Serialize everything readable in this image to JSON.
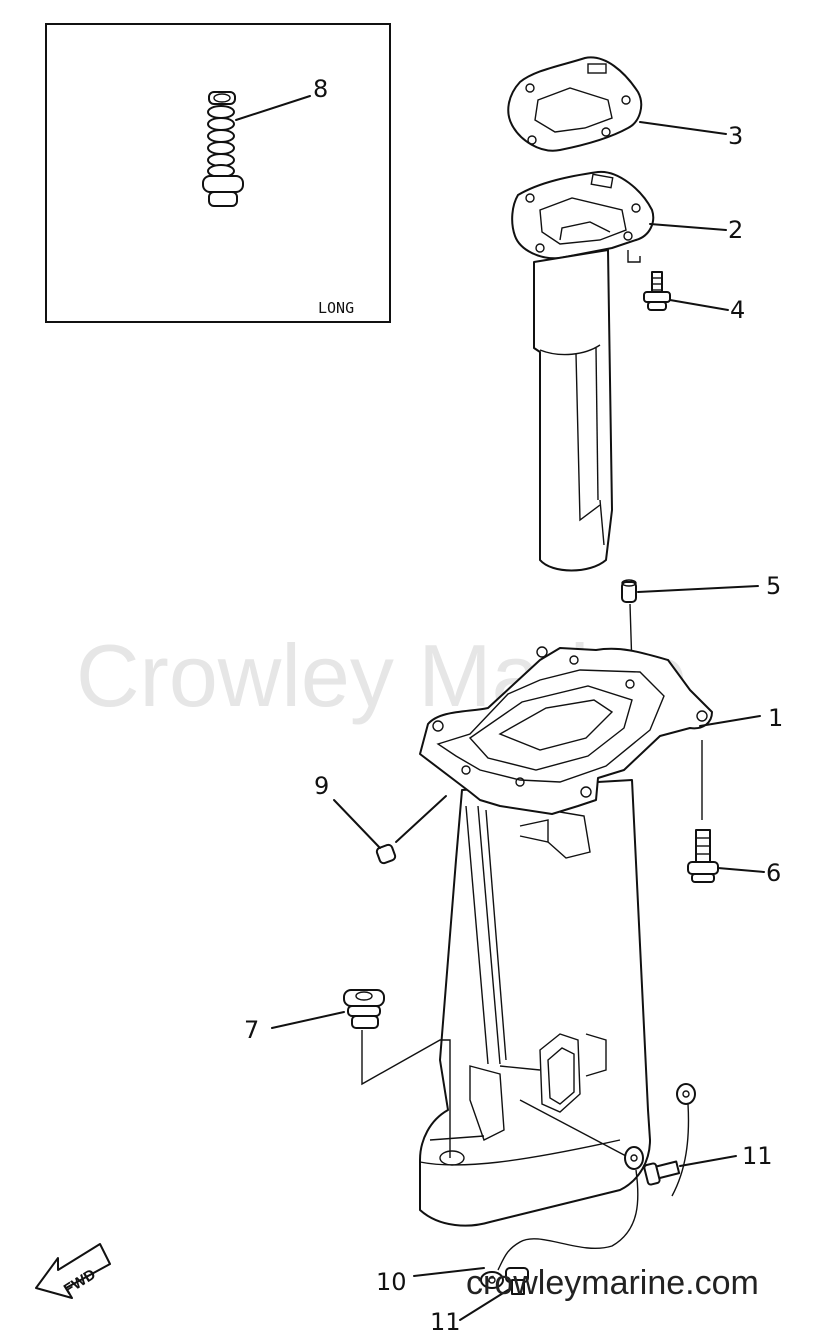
{
  "watermark": "Crowley Marine",
  "website": "crowleymarine.com",
  "inset": {
    "label": "LONG",
    "callout": "8"
  },
  "direction_label": "FWD",
  "callouts": {
    "c1": "1",
    "c2": "2",
    "c3": "3",
    "c4": "4",
    "c5": "5",
    "c6": "6",
    "c7": "7",
    "c9": "9",
    "c10": "10",
    "c11a": "11",
    "c11b": "11"
  }
}
